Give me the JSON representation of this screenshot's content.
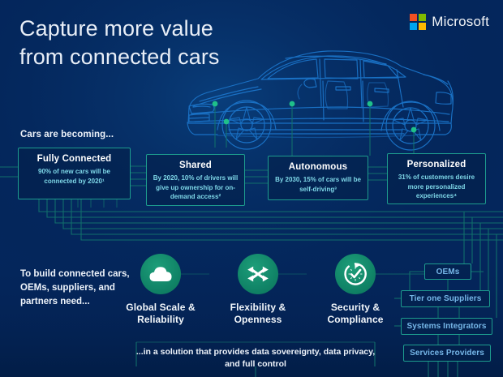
{
  "header": {
    "title_line1": "Capture more value",
    "title_line2": "from connected cars",
    "brand": "Microsoft",
    "brand_colors": {
      "red": "#f25022",
      "green": "#7fba00",
      "blue": "#00a4ef",
      "yellow": "#ffb900"
    }
  },
  "theme": {
    "background": "#04265c",
    "trace": "#12736c",
    "box_border": "#1d9c8e",
    "accent_green": "#118568",
    "car_line": "#1b74c9",
    "sensor_dot": "#1fc08a",
    "sub_text": "#7fd8e8",
    "right_label": "#76b7e8"
  },
  "becoming": {
    "label": "Cars are becoming...",
    "items": [
      {
        "heading": "Fully Connected",
        "detail": "90% of new cars will be connected by 2020¹"
      },
      {
        "heading": "Shared",
        "detail": "By 2020, 10% of drivers will give up ownership for on-demand access²"
      },
      {
        "heading": "Autonomous",
        "detail": "By 2030, 15% of cars will be self-driving³"
      },
      {
        "heading": "Personalized",
        "detail": "31% of customers desire more personalized experiences⁴"
      }
    ]
  },
  "needs": {
    "label": "To build connected cars, OEMs, suppliers, and partners need...",
    "pillars": [
      {
        "icon": "cloud-icon",
        "caption_line1": "Global Scale &",
        "caption_line2": "Reliability"
      },
      {
        "icon": "shuffle-arrows-icon",
        "caption_line1": "Flexibility &",
        "caption_line2": "Openness"
      },
      {
        "icon": "clock-check-icon",
        "caption_line1": "Security &",
        "caption_line2": "Compliance"
      }
    ]
  },
  "audience": {
    "items": [
      {
        "label": "OEMs"
      },
      {
        "label": "Tier one Suppliers"
      },
      {
        "label": "Systems Integrators"
      },
      {
        "label": "Services Providers"
      }
    ]
  },
  "footer": {
    "text": "...in a solution that provides data sovereignty, data privacy, and full control"
  }
}
